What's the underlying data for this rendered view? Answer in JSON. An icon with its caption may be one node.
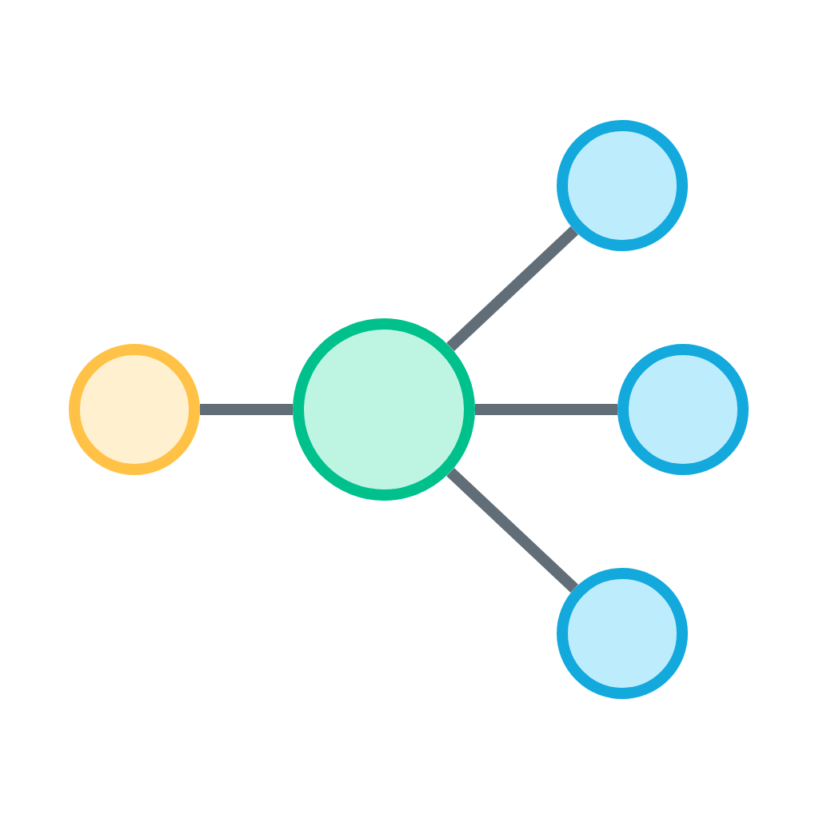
{
  "diagram": {
    "nodes": [
      {
        "text": [],
        "shape": "circle"
      },
      {
        "text": [],
        "shape": "circle"
      },
      {
        "text": [],
        "shape": "circle"
      },
      {
        "text": [],
        "shape": "circle"
      },
      {
        "text": [],
        "shape": "circle"
      }
    ],
    "edges": [
      {
        "from": 0,
        "to": 1,
        "arrow": "none"
      },
      {
        "from": 1,
        "to": 2,
        "arrow": "none"
      },
      {
        "from": 1,
        "to": 3,
        "arrow": "none"
      },
      {
        "from": 1,
        "to": 4,
        "arrow": "none"
      }
    ]
  }
}
